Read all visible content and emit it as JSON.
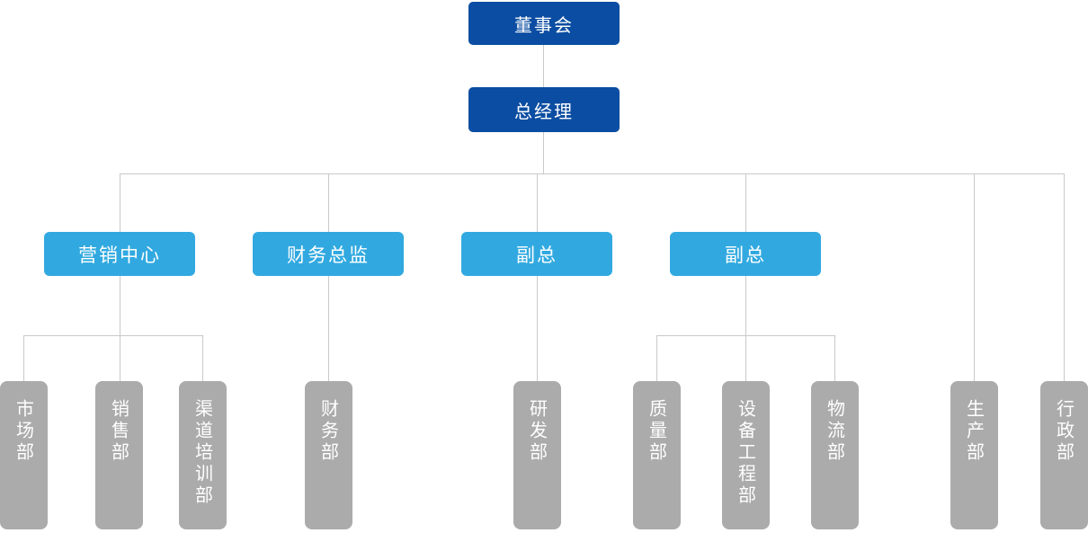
{
  "org_chart": {
    "type": "organization-chart",
    "executives": {
      "board": {
        "label": "董事会"
      },
      "general_manager": {
        "label": "总经理"
      }
    },
    "managers": [
      {
        "label": "营销中心"
      },
      {
        "label": "财务总监"
      },
      {
        "label": "副总"
      },
      {
        "label": "副总"
      }
    ],
    "departments": [
      {
        "label": "市场部",
        "parent": "营销中心"
      },
      {
        "label": "销售部",
        "parent": "营销中心"
      },
      {
        "label": "渠道培训部",
        "parent": "营销中心"
      },
      {
        "label": "财务部",
        "parent": "财务总监"
      },
      {
        "label": "研发部",
        "parent": "副总"
      },
      {
        "label": "质量部",
        "parent": "副总"
      },
      {
        "label": "设备工程部",
        "parent": "副总"
      },
      {
        "label": "物流部",
        "parent": "副总"
      },
      {
        "label": "生产部",
        "parent": "总经理"
      },
      {
        "label": "行政部",
        "parent": "总经理"
      }
    ],
    "colors": {
      "executive_box": "#0b4da2",
      "manager_box": "#31a9e0",
      "department_box": "#ababab",
      "connector_line": "#c9c9c9",
      "text": "#ffffff"
    }
  }
}
